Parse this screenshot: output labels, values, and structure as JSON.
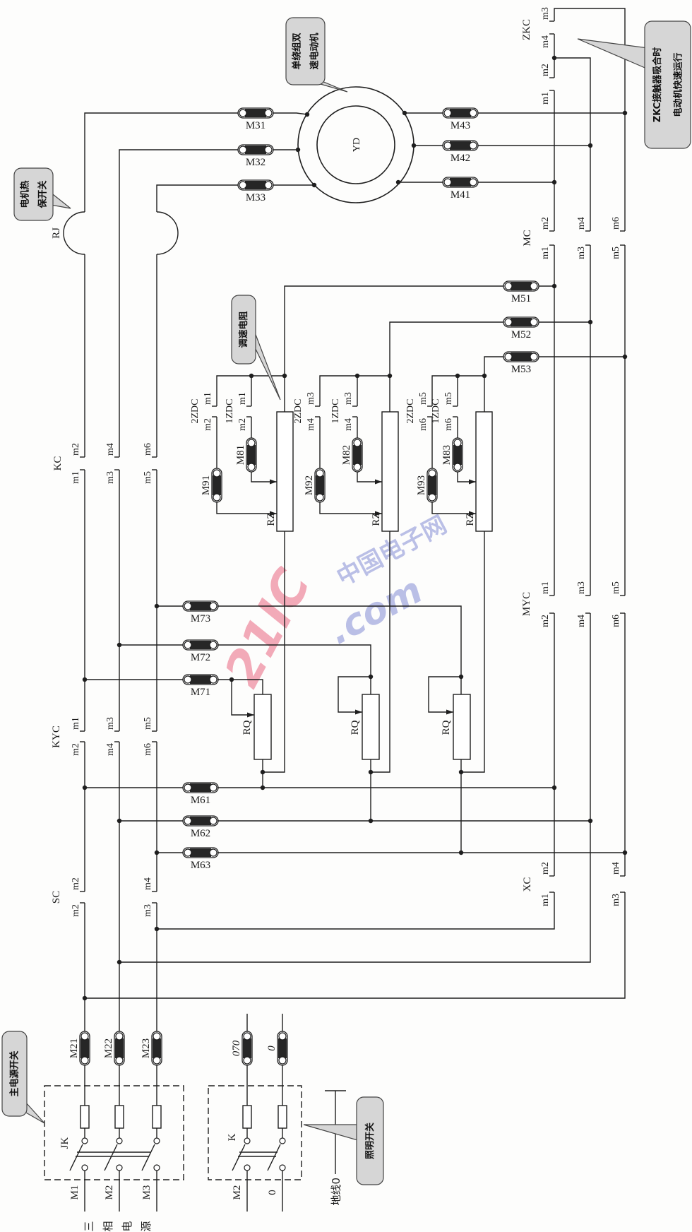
{
  "callouts": {
    "motor": [
      "单绕组双",
      "速电动机"
    ],
    "thermal": [
      "电机热",
      "保开关"
    ],
    "zkc": [
      "ZKC接触器吸合时",
      "电动机快速运行"
    ],
    "speed_resistor": [
      "调速电阻"
    ],
    "main_switch": [
      "主电源开关"
    ],
    "light_switch": [
      "照明开关"
    ]
  },
  "motor": {
    "label": "YD"
  },
  "thermal": {
    "label": "RJ"
  },
  "motor_connectors": [
    "M31",
    "M32",
    "M33",
    "M43",
    "M42",
    "M41"
  ],
  "mc_connectors": [
    "M51",
    "M52",
    "M53"
  ],
  "zdc_connectors": [
    "M91",
    "M81",
    "M92",
    "M82",
    "M93",
    "M83"
  ],
  "rq_connectors": [
    "M73",
    "M72",
    "M71"
  ],
  "bus_connectors": [
    "M61",
    "M62",
    "M63"
  ],
  "power_connectors": [
    "M21",
    "M22",
    "M23"
  ],
  "lighting_connectors": [
    "070",
    "0"
  ],
  "contactors": {
    "ZKC": {
      "name": "ZKC",
      "contacts": [
        "m3",
        "m4",
        "m2",
        "m1"
      ]
    },
    "MC": {
      "name": "MC",
      "pairs": [
        [
          "m2",
          "m1"
        ],
        [
          "m4",
          "m3"
        ],
        [
          "m6",
          "m5"
        ]
      ]
    },
    "KC": {
      "name": "KC",
      "pairs": [
        [
          "m2",
          "m1"
        ],
        [
          "m4",
          "m3"
        ],
        [
          "m6",
          "m5"
        ]
      ]
    },
    "MYC": {
      "name": "MYC",
      "pairs": [
        [
          "m1",
          "m2"
        ],
        [
          "m3",
          "m4"
        ],
        [
          "m5",
          "m6"
        ]
      ]
    },
    "KYC": {
      "name": "KYC",
      "pairs": [
        [
          "m1",
          "m2"
        ],
        [
          "m3",
          "m4"
        ],
        [
          "m5",
          "m6"
        ]
      ]
    },
    "SC": {
      "name": "SC",
      "pairs": [
        [
          "m2",
          "m2"
        ],
        [
          "m4",
          "m3"
        ]
      ]
    },
    "XC": {
      "name": "XC",
      "pairs": [
        [
          "m2",
          "m1"
        ],
        [
          "m4",
          "m3"
        ]
      ]
    },
    "ZDC": [
      {
        "outer": "2ZDC",
        "inner": "1ZDC",
        "upper": "m1",
        "lower": "m2"
      },
      {
        "outer": "2ZDC",
        "inner": "1ZDC",
        "upper": "m3",
        "lower": "m4"
      },
      {
        "outer": "2ZDC",
        "inner": "1ZDC",
        "upper": "m5",
        "lower": "m6"
      }
    ]
  },
  "resistors": {
    "speed": "RZ",
    "start": "RQ"
  },
  "main_switch": {
    "label": "JK",
    "inputs": [
      "M1",
      "M2",
      "M3"
    ]
  },
  "lighting_switch": {
    "label": "K",
    "inputs": [
      "M2",
      "0"
    ]
  },
  "power_source": [
    "三",
    "相",
    "电",
    "源"
  ],
  "ground": "地线0",
  "watermark": {
    "main": "21IC",
    "dotcom": ".com",
    "cn": "中国电子网"
  }
}
